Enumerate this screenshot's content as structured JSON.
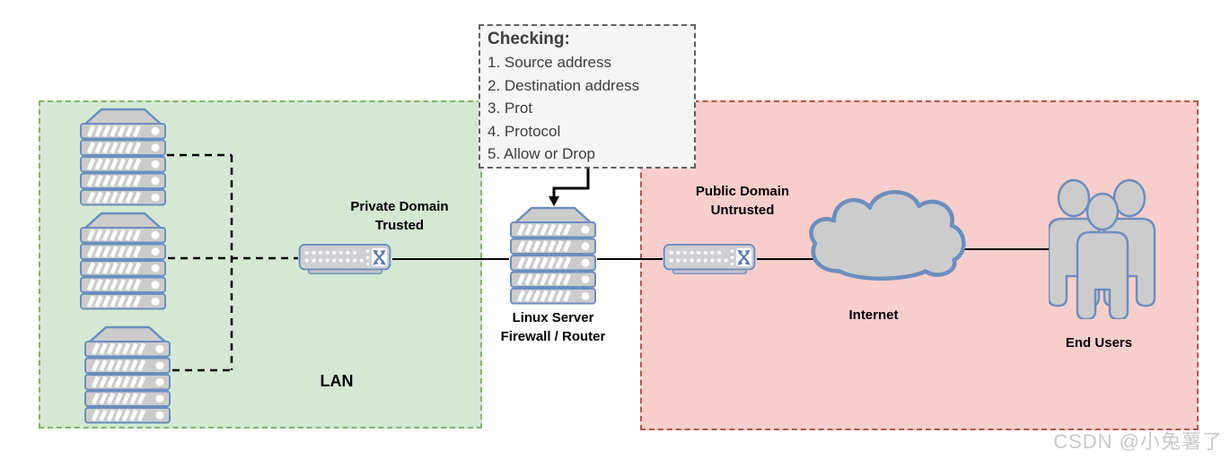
{
  "checking": {
    "title": "Checking:",
    "items": [
      "1. Source address",
      "2. Destination address",
      "3. Prot",
      "4. Protocol",
      "5. Allow or Drop"
    ]
  },
  "zones": {
    "lan": {
      "name": "LAN",
      "domain_label": "Private Domain\nTrusted"
    },
    "public": {
      "domain_label": "Public Domain\nUntrusted"
    }
  },
  "nodes": {
    "firewall_label": "Linux Server\nFirewall / Router",
    "internet_label": "Internet",
    "end_users_label": "End Users"
  },
  "watermark": "CSDN @小兔薯了",
  "icons": {
    "server": "server-rack-icon",
    "switch": "network-switch-icon",
    "cloud": "cloud-icon",
    "users": "people-group-icon"
  },
  "colors": {
    "lan_fill": "#d5e8d4",
    "lan_border": "#82b366",
    "public_fill": "#f8cecc",
    "public_border": "#b85450",
    "note_fill": "#f5f5f5",
    "note_border": "#616161",
    "device_fill": "#cccccc",
    "device_stroke": "#6c8ebf",
    "connector": "#000000",
    "watermark_text": "#c9c9c9"
  }
}
